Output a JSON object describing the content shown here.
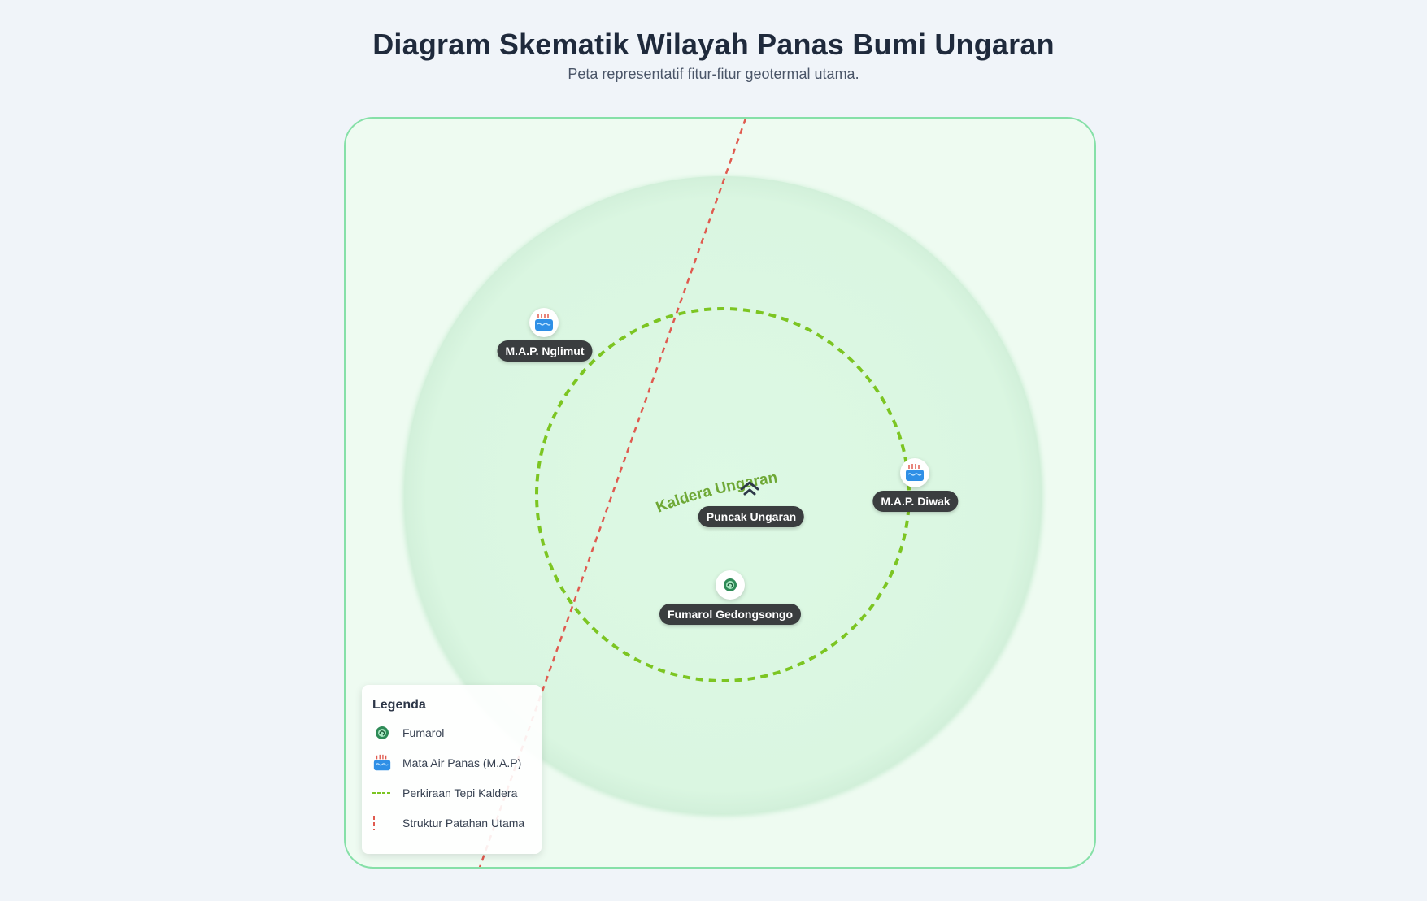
{
  "header": {
    "title": "Diagram Skematik Wilayah Panas Bumi Ungaran",
    "subtitle": "Peta representatif fitur-fitur geotermal utama."
  },
  "map": {
    "caldera_label": "Kaldera Ungaran",
    "features": {
      "peak": {
        "label": "Puncak Ungaran",
        "icon": "mountain-peak-icon"
      },
      "nglimut": {
        "label": "M.A.P. Nglimut",
        "icon": "hot-spring-icon"
      },
      "diwak": {
        "label": "M.A.P. Diwak",
        "icon": "hot-spring-icon"
      },
      "gedongsongo": {
        "label": "Fumarol Gedongsongo",
        "icon": "fumarole-icon"
      }
    },
    "colors": {
      "frame_border": "#86e0a8",
      "frame_fill": "#eefbf1",
      "volcano_fill": "#dbf7e2",
      "caldera_rim": "#7cc522",
      "fault_line": "#e05a4f",
      "label_bg": "#3a3d3f",
      "spring_water": "#2f8fe6",
      "fumarole": "#2e8b57"
    }
  },
  "legend": {
    "title": "Legenda",
    "items": [
      {
        "label": "Fumarol",
        "icon": "fumarole-icon"
      },
      {
        "label": "Mata Air Panas (M.A.P)",
        "icon": "hot-spring-icon"
      },
      {
        "label": "Perkiraan Tepi Kaldera",
        "icon": "dashed-green-line"
      },
      {
        "label": "Struktur Patahan Utama",
        "icon": "dashed-red-line"
      }
    ]
  }
}
